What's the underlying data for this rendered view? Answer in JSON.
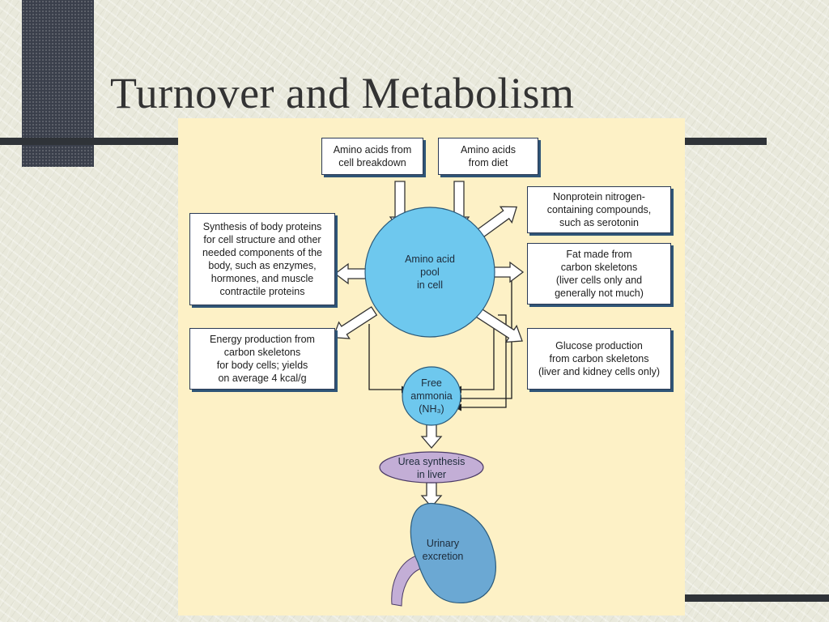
{
  "title": "Turnover and Metabolism",
  "diagram": {
    "sources": {
      "cell_breakdown": "Amino acids from\ncell breakdown",
      "diet": "Amino acids\nfrom diet"
    },
    "pool": "Amino acid\npool\nin cell",
    "outputs": {
      "body_proteins": "Synthesis of body proteins\nfor cell structure and other\nneeded components of the\nbody, such as enzymes,\nhormones, and muscle\ncontractile proteins",
      "nonprotein_nitrogen": "Nonprotein nitrogen-\ncontaining compounds,\nsuch as serotonin",
      "fat": "Fat made from\ncarbon skeletons\n(liver cells only and\ngenerally not much)",
      "energy": "Energy production from\ncarbon skeletons\nfor body cells;  yields\non average 4 kcal/g",
      "glucose": "Glucose production\nfrom carbon skeletons\n(liver and kidney cells only)"
    },
    "ammonia": "Free\nammonia\n(NH₃)",
    "urea": "Urea synthesis\nin liver",
    "urinary": "Urinary\nexcretion"
  },
  "colors": {
    "pool_fill": "#6ec8ee",
    "ellipse_fill": "#c3aed6",
    "kidney_fill": "#6ba8d3",
    "figure_bg": "#fdf1c6"
  }
}
